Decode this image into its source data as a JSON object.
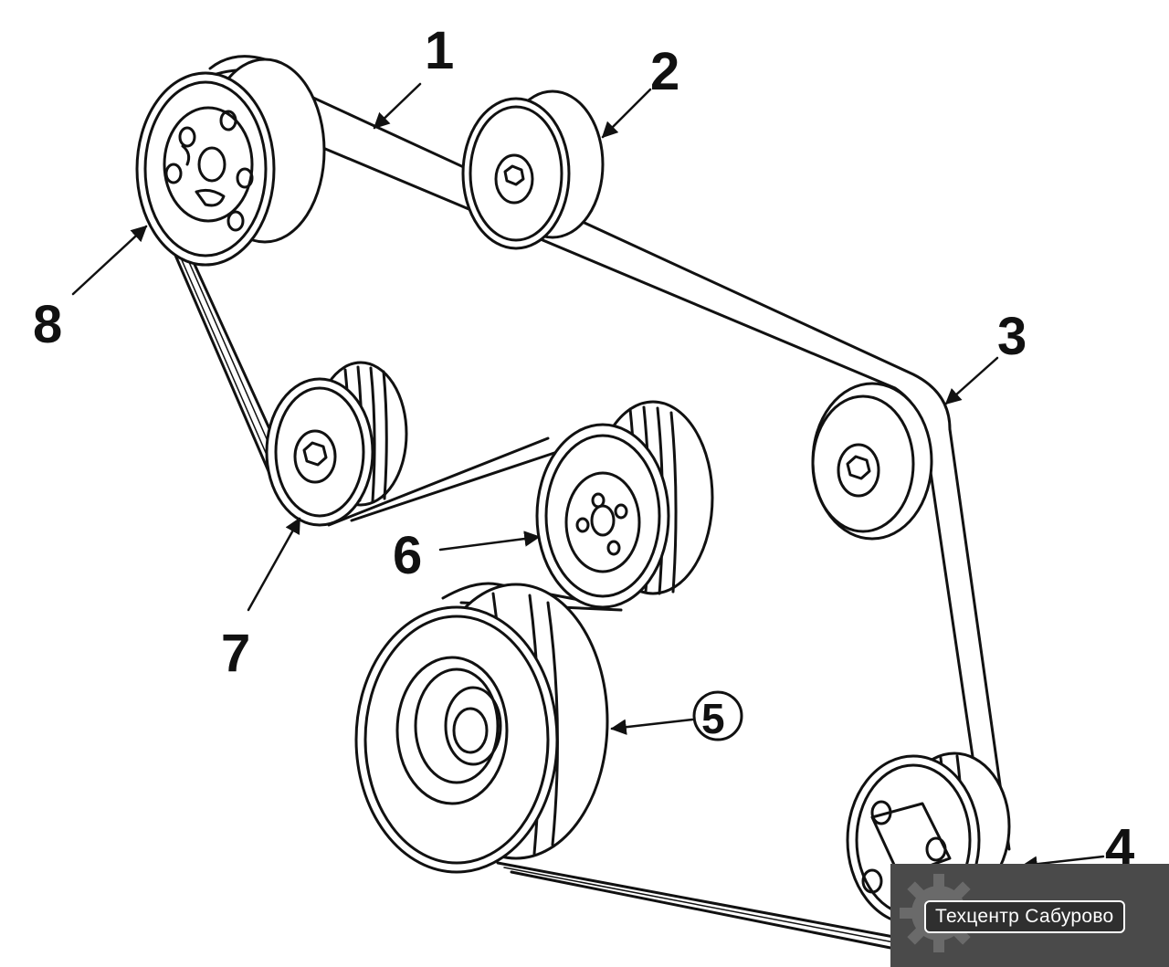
{
  "diagram": {
    "callouts": [
      "1",
      "2",
      "3",
      "4",
      "5",
      "6",
      "7",
      "8"
    ]
  },
  "watermark": {
    "text": "Техцентр Сабурово",
    "icon": "gear-icon",
    "colors": {
      "background": "#4a4a4a",
      "label_bg": "#2f2f2f",
      "text": "#ffffff"
    }
  }
}
